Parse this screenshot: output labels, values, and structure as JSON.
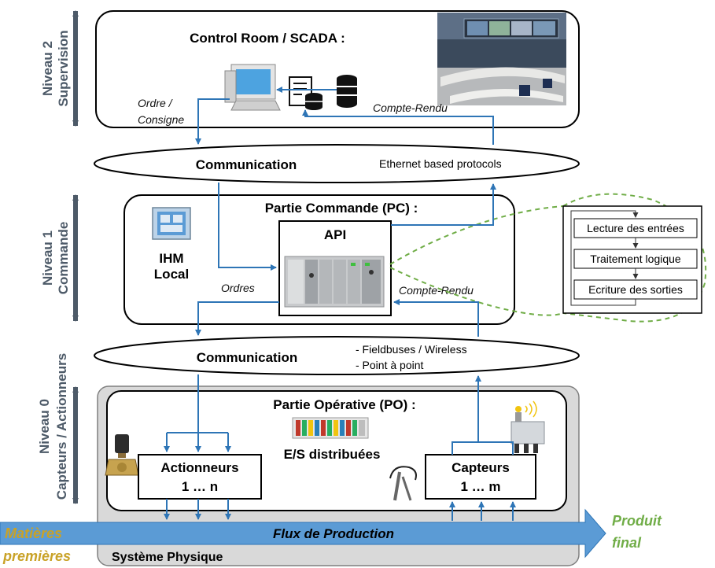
{
  "levels": {
    "level2": {
      "line1": "Niveau 2",
      "line2": "Supervision"
    },
    "level1": {
      "line1": "Niveau 1",
      "line2": "Commande"
    },
    "level0": {
      "line1": "Niveau 0",
      "line2": "Capteurs / Actionneurs"
    }
  },
  "supervision": {
    "title": "Control Room / SCADA :",
    "order_label_1": "Ordre /",
    "order_label_2": "Consigne",
    "report_label": "Compte-Rendu"
  },
  "comm_top": {
    "title": "Communication",
    "protocol": "Ethernet based protocols"
  },
  "commande": {
    "title": "Partie Commande (PC) :",
    "api_label": "API",
    "ihm_line1": "IHM",
    "ihm_line2": "Local",
    "orders_label": "Ordres",
    "report_label": "Compte-Rendu"
  },
  "cycle": {
    "steps": [
      "Lecture des entrées",
      "Traitement logique",
      "Ecriture des sorties"
    ]
  },
  "comm_bottom": {
    "title": "Communication",
    "items": [
      "-   Fieldbuses / Wireless",
      "-   Point à point"
    ]
  },
  "operative": {
    "title": "Partie Opérative (PO) :",
    "actuators_line1": "Actionneurs",
    "actuators_line2": "1 … n",
    "io_label": "E/S distribuées",
    "sensors_line1": "Capteurs",
    "sensors_line2": "1 … m"
  },
  "physical": {
    "flow_label": "Flux de Production",
    "system_label": "Système Physique",
    "input_line1": "Matières",
    "input_line2": "premières",
    "output_line1": "Produit",
    "output_line2": "final"
  },
  "colors": {
    "flow_blue": "#2e75b6",
    "input_gold": "#c9a227",
    "output_green": "#70ad47",
    "level_gray": "#4d5a68",
    "dashed_green": "#70ad47"
  }
}
